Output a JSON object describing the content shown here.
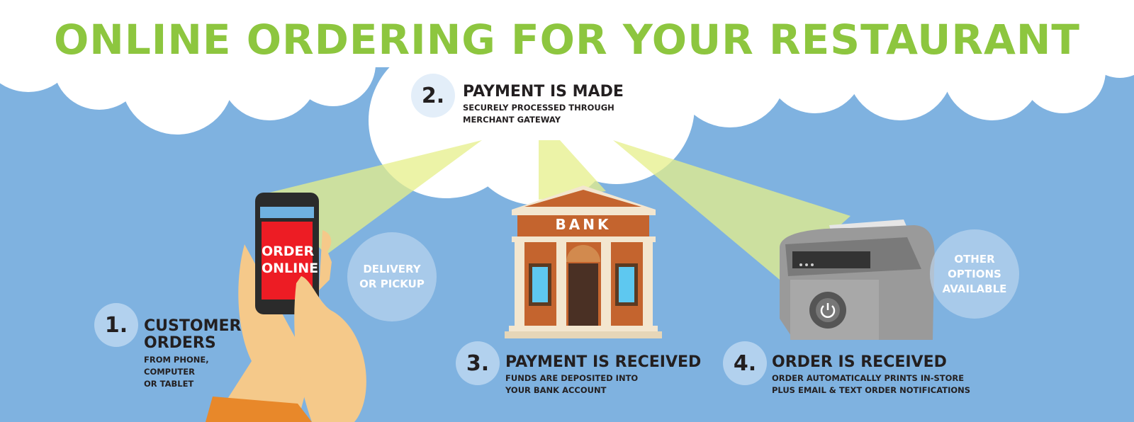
{
  "title": "ONLINE ORDERING FOR YOUR RESTAURANT",
  "steps": [
    {
      "number": "1.",
      "heading": "CUSTOMER ORDERS",
      "heading_lines": [
        "CUSTOMER",
        "ORDERS"
      ],
      "detail_lines": [
        "FROM PHONE,",
        "COMPUTER",
        "OR TABLET"
      ]
    },
    {
      "number": "2.",
      "heading": "PAYMENT IS MADE",
      "detail_lines": [
        "SECURELY PROCESSED THROUGH",
        "MERCHANT GATEWAY"
      ]
    },
    {
      "number": "3.",
      "heading": "PAYMENT IS RECEIVED",
      "detail_lines": [
        "FUNDS ARE DEPOSITED INTO",
        "YOUR BANK ACCOUNT"
      ]
    },
    {
      "number": "4.",
      "heading": "ORDER IS RECEIVED",
      "detail_lines": [
        "ORDER AUTOMATICALLY PRINTS IN-STORE",
        "PLUS EMAIL & TEXT ORDER NOTIFICATIONS"
      ]
    }
  ],
  "bubbles": {
    "delivery": [
      "DELIVERY",
      "OR PICKUP"
    ],
    "other": [
      "OTHER",
      "OPTIONS",
      "AVAILABLE"
    ]
  },
  "phone_screen": [
    "ORDER",
    "ONLINE"
  ],
  "bank_sign": "BANK",
  "colors": {
    "background": "#7fb2e0",
    "title": "#8dc63f",
    "phone_screen": "#ed1c24",
    "beam": "#e6ef8a"
  }
}
